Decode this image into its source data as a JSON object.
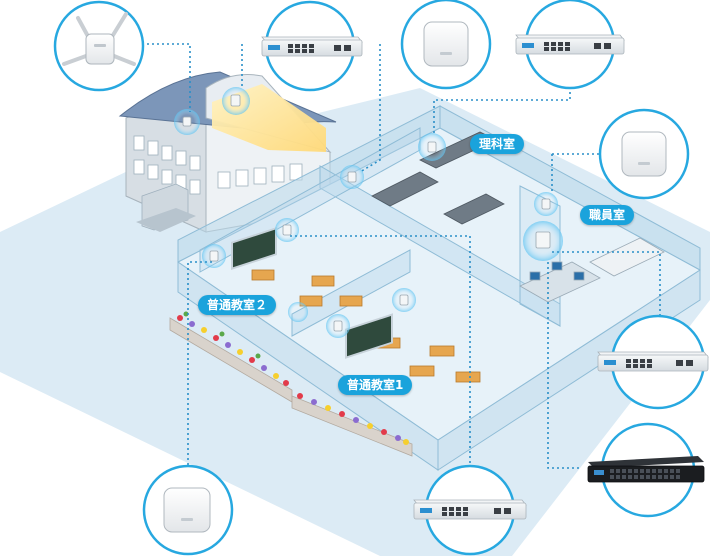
{
  "room_labels": {
    "science_room": "理科室",
    "staff_room": "職員室",
    "classroom_2": "普通教室２",
    "classroom_1": "普通教室1"
  },
  "devices": [
    "outdoor-access-point",
    "switch-8port",
    "indoor-access-point",
    "switch-8port",
    "indoor-access-point",
    "switch-8port",
    "core-switch-48port",
    "switch-8port",
    "indoor-access-point"
  ],
  "colors": {
    "accent": "#1aa3dc",
    "circle_border": "#27a8e0",
    "dotted_line": "#2a8fc8",
    "ground": "#dcebf5",
    "glass_wall": "#b9d8ea",
    "switch_body": "#e9eef2",
    "core_switch": "#1b1d20",
    "flower_red": "#e23b4a",
    "flower_purple": "#8b6cd0",
    "flower_yellow": "#f6cf2e"
  }
}
